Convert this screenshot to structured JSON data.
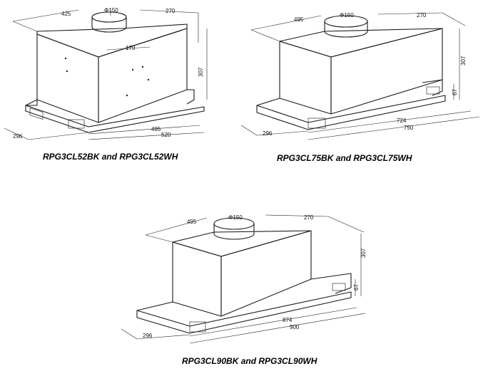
{
  "models": [
    {
      "caption": "RPG3CL52BK and RPG3CL52WH",
      "dims": {
        "top_width": "425",
        "duct": "Φ150",
        "top_depth": "270",
        "inner": "179",
        "height": "307",
        "depth": "296",
        "inner_width": "495",
        "width": "520"
      }
    },
    {
      "caption": "RPG3CL75BK and RPG3CL75WH",
      "dims": {
        "top_width": "495",
        "duct": "Φ150",
        "top_depth": "270",
        "height": "307",
        "lip": "67",
        "depth": "296",
        "inner_width": "724",
        "width": "750"
      }
    },
    {
      "caption": "RPG3CL90BK and RPG3CL90WH",
      "dims": {
        "top_width": "495",
        "duct": "Φ150",
        "top_depth": "270",
        "height": "307",
        "lip": "67",
        "depth": "296",
        "inner_width": "874",
        "width": "900"
      }
    }
  ]
}
